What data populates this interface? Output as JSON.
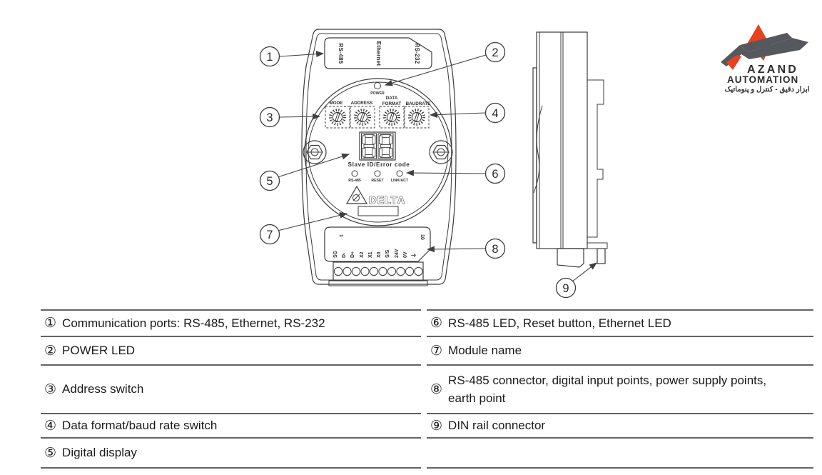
{
  "logo": {
    "title": "AZAND",
    "subtitle": "AUTOMATION",
    "tagline": "ابزار دقیق - کنترل و پنوماتیک",
    "accent_color": "#e6421d",
    "gray_color": "#4a4e53"
  },
  "diagram": {
    "front_view": {
      "ports": [
        "RS-485",
        "Ethernet",
        "RS-232"
      ],
      "power_led_label": "POWER",
      "switch_labels": {
        "mode": "MODE",
        "address": "ADDRESS",
        "data": "DATA",
        "format": "FORMAT",
        "baudrate": "BAUDRATE"
      },
      "display_caption": "Slave ID/Error code",
      "led_labels": [
        "RS-485",
        "RESET",
        "LINK/ACT"
      ],
      "brand": "DELTA",
      "terminal_first": "1",
      "terminal_last": "10",
      "terminals": [
        "SG",
        "D-",
        "D+",
        "X2",
        "X1",
        "X0",
        "S/S",
        "24V",
        "0V",
        "⏚"
      ]
    },
    "callouts": [
      "1",
      "2",
      "3",
      "4",
      "5",
      "6",
      "7",
      "8",
      "9"
    ]
  },
  "legend": {
    "rows": [
      {
        "left": {
          "sym": "①",
          "text": "Communication ports: RS-485, Ethernet, RS-232"
        },
        "right": {
          "sym": "⑥",
          "text": "RS-485 LED, Reset button, Ethernet LED"
        }
      },
      {
        "left": {
          "sym": "②",
          "text": "POWER LED"
        },
        "right": {
          "sym": "⑦",
          "text": "Module name"
        }
      },
      {
        "left": {
          "sym": "③",
          "text": "Address switch"
        },
        "right": {
          "sym": "⑧",
          "text": "RS-485 connector, digital input points, power supply points, earth point"
        }
      },
      {
        "left": {
          "sym": "④",
          "text": "Data format/baud rate switch"
        },
        "right": {
          "sym": "⑨",
          "text": "DIN rail connector"
        }
      },
      {
        "left": {
          "sym": "⑤",
          "text": "Digital display"
        },
        "right": null
      }
    ]
  }
}
